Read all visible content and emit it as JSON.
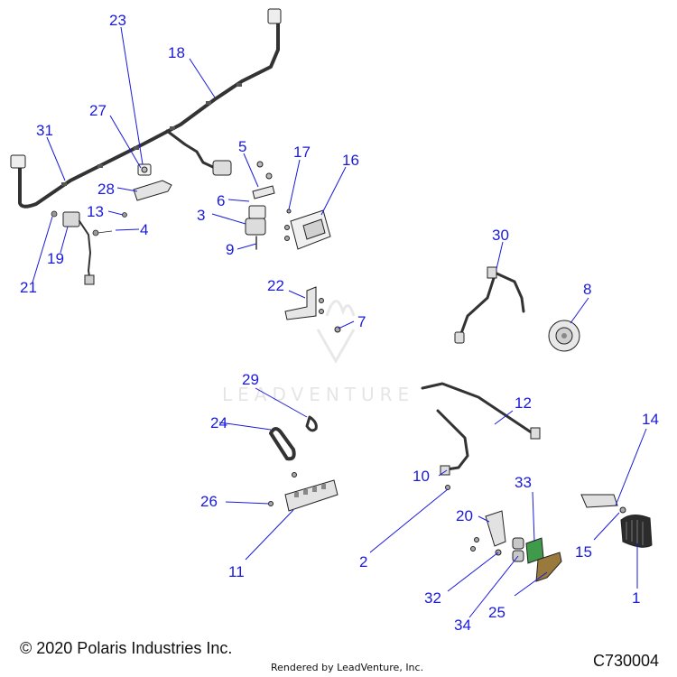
{
  "callouts": [
    {
      "id": "1",
      "label": "1"
    },
    {
      "id": "2",
      "label": "2"
    },
    {
      "id": "3",
      "label": "3"
    },
    {
      "id": "4",
      "label": "4"
    },
    {
      "id": "5",
      "label": "5"
    },
    {
      "id": "6",
      "label": "6"
    },
    {
      "id": "7",
      "label": "7"
    },
    {
      "id": "8",
      "label": "8"
    },
    {
      "id": "9",
      "label": "9"
    },
    {
      "id": "10",
      "label": "10"
    },
    {
      "id": "11",
      "label": "11"
    },
    {
      "id": "12",
      "label": "12"
    },
    {
      "id": "13",
      "label": "13"
    },
    {
      "id": "14",
      "label": "14"
    },
    {
      "id": "15",
      "label": "15"
    },
    {
      "id": "16",
      "label": "16"
    },
    {
      "id": "17",
      "label": "17"
    },
    {
      "id": "18",
      "label": "18"
    },
    {
      "id": "19",
      "label": "19"
    },
    {
      "id": "20",
      "label": "20"
    },
    {
      "id": "21",
      "label": "21"
    },
    {
      "id": "22",
      "label": "22"
    },
    {
      "id": "23",
      "label": "23"
    },
    {
      "id": "24",
      "label": "24"
    },
    {
      "id": "25",
      "label": "25"
    },
    {
      "id": "26",
      "label": "26"
    },
    {
      "id": "27",
      "label": "27"
    },
    {
      "id": "28",
      "label": "28"
    },
    {
      "id": "29",
      "label": "29"
    },
    {
      "id": "30",
      "label": "30"
    },
    {
      "id": "31",
      "label": "31"
    },
    {
      "id": "32",
      "label": "32"
    },
    {
      "id": "33",
      "label": "33"
    },
    {
      "id": "34",
      "label": "34"
    }
  ],
  "footer": {
    "copyright": "© 2020 Polaris Industries Inc.",
    "diagram_id": "C730004",
    "rendered_by": "Rendered by LeadVenture, Inc."
  },
  "watermark": {
    "text": "LEADVENTURE"
  },
  "colors": {
    "callout": "#1a1adc",
    "line_art": "#333333",
    "bracket_brown": "#9a7a3c",
    "relay_green": "#3f9a4a"
  }
}
